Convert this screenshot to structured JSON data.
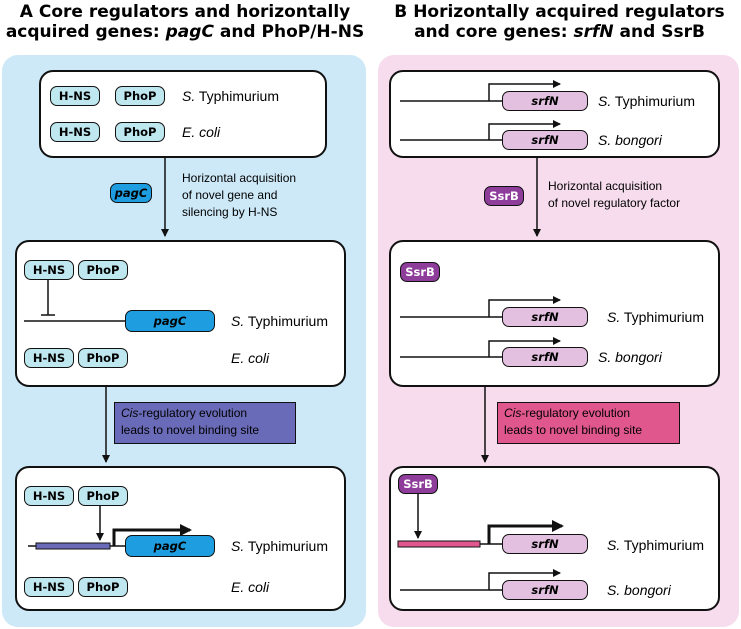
{
  "panel_a": {
    "heading_letter": "A",
    "heading_line1": "Core regulators and horizontally",
    "heading_line2_prefix": "acquired genes: ",
    "heading_line2_gene": "pagC",
    "heading_line2_suffix": " and PhoP/H-NS",
    "hns": "H-NS",
    "phop": "PhoP",
    "gene": "pagC",
    "species_typhi_genus": "S.",
    "species_typhi_name": " Typhimurium",
    "species_ecoli": "E. coli",
    "transition1": [
      "Horizontal acquisition",
      "of novel gene and",
      "silencing by H-NS"
    ],
    "transition2_italic": "Cis",
    "transition2_line1_rest": "-regulatory evolution",
    "transition2_line2": "leads to novel binding site"
  },
  "panel_b": {
    "heading_letter": "B",
    "heading_line1": "Horizontally acquired regulators",
    "heading_line2_prefix": "and core genes: ",
    "heading_line2_gene": "srfN",
    "heading_line2_suffix": " and SsrB",
    "ssrb": "SsrB",
    "gene": "srfN",
    "species_typhi_genus": "S.",
    "species_typhi_name": " Typhimurium",
    "species_bongori": "S. bongori",
    "transition1": [
      "Horizontal acquisition",
      "of novel regulatory factor"
    ],
    "transition2_italic": "Cis",
    "transition2_line1_rest": "-regulatory evolution",
    "transition2_line2": "leads to novel binding site"
  },
  "colors": {
    "panel_a_bg": "#cde9f7",
    "panel_b_bg": "#f6dced",
    "hns_phop_fill": "#bfe7ef",
    "pagc_fill": "#1e9ee0",
    "srfn_fill": "#e4c0e0",
    "ssrb_fill": "#8e3d9a",
    "evo_a_fill": "#6a6bb8",
    "evo_b_fill": "#e0578e"
  }
}
